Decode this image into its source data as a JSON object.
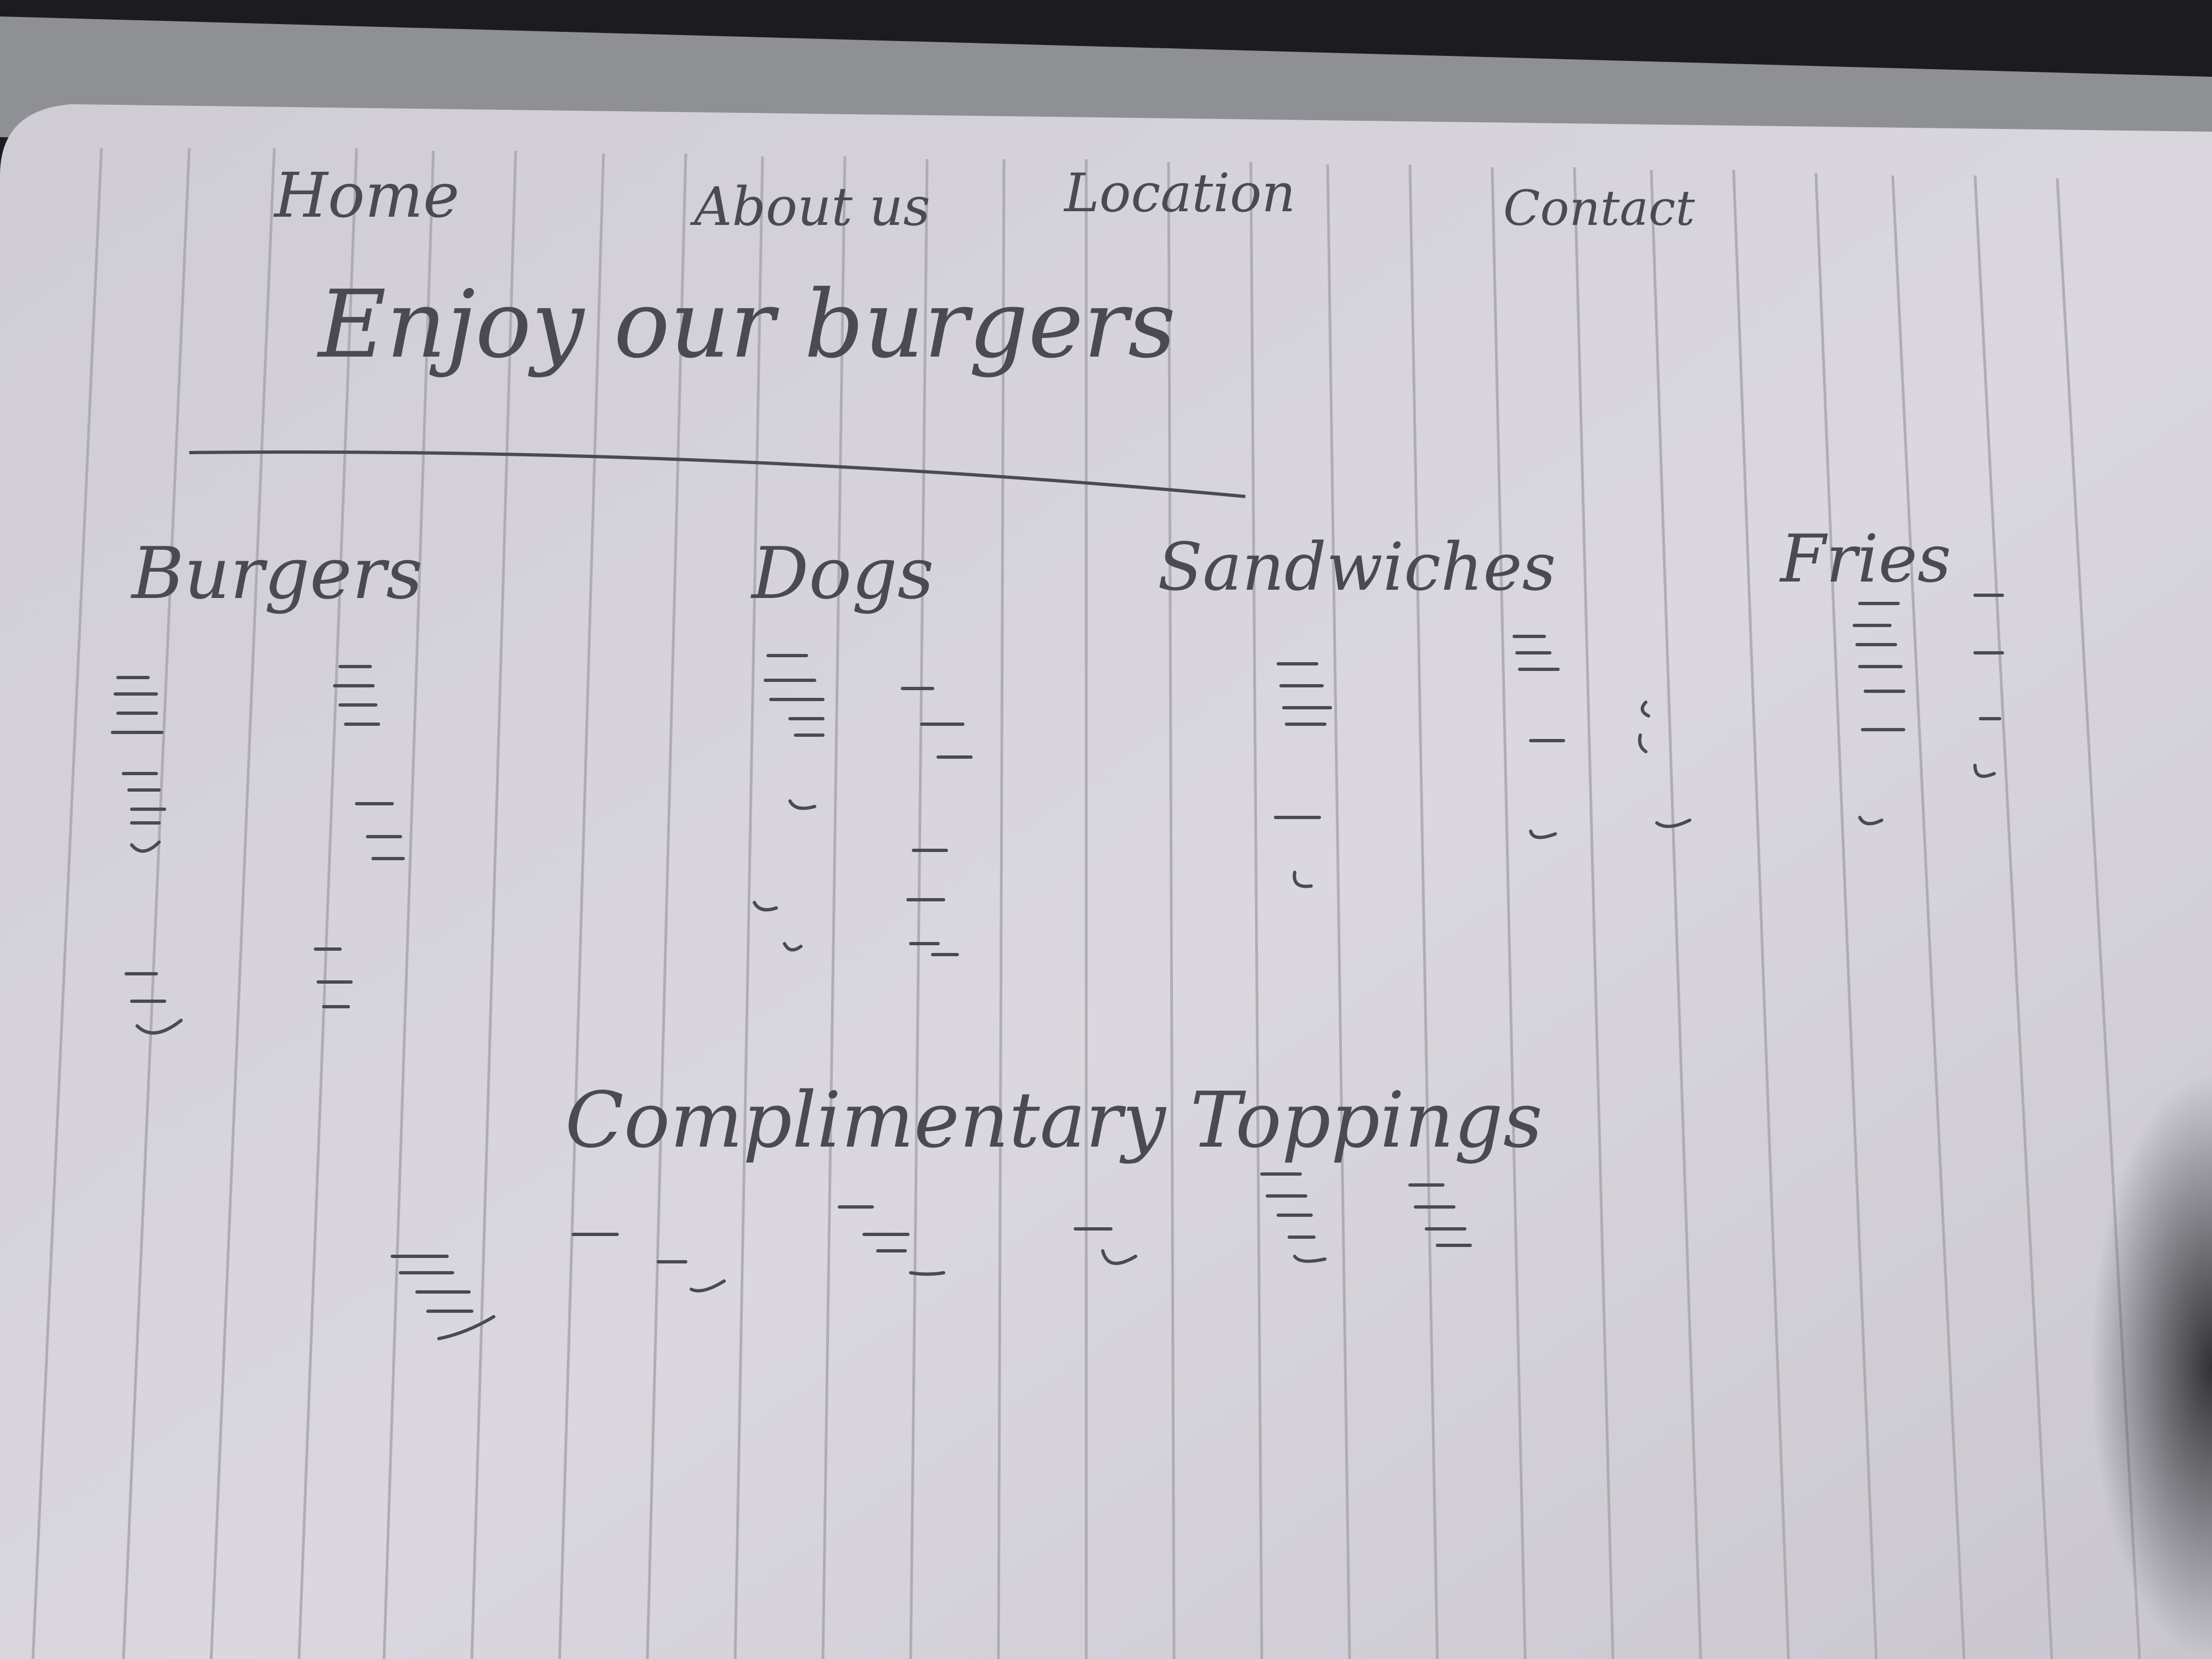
{
  "nav": {
    "items": [
      {
        "label": "Home"
      },
      {
        "label": "About us"
      },
      {
        "label": "Location"
      },
      {
        "label": "Contact"
      }
    ]
  },
  "hero": {
    "title": "Enjoy our burgers"
  },
  "menu": {
    "categories": [
      {
        "label": "Burgers"
      },
      {
        "label": "Dogs"
      },
      {
        "label": "Sandwiches"
      },
      {
        "label": "Fries"
      }
    ]
  },
  "toppings": {
    "title": "Complimentary Toppings"
  },
  "colors": {
    "paper": "#d6d3dc",
    "paper_shadow": "#9d9aa3",
    "ink": "#4a4a52",
    "rule_line": "#a9a6ad",
    "background": "#1c1c1e",
    "laptop": "#8f9194"
  }
}
